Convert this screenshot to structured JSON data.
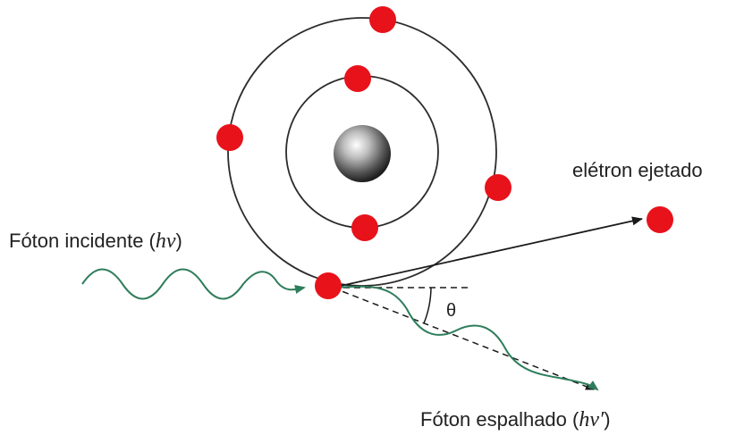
{
  "labels": {
    "ejected_electron": "elétron ejetado",
    "incident_photon_text": "Fóton incidente (",
    "incident_photon_symbol": "hν",
    "incident_photon_close": ")",
    "scattered_photon_text": "Fóton espalhado (",
    "scattered_photon_symbol": "hν′",
    "scattered_photon_close": ")",
    "angle": "θ"
  },
  "colors": {
    "electron": "#e8121b",
    "nucleus": "#6e6e6e",
    "orbit": "#2b2b2b",
    "wave": "#2e7d5b",
    "arrow": "#1a1a1a",
    "text": "#222222"
  }
}
